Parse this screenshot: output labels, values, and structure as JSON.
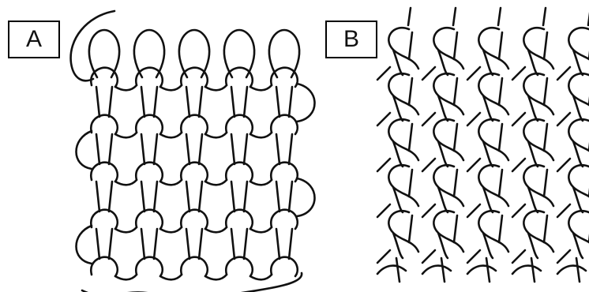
{
  "panels": [
    {
      "id": "A",
      "label": "A",
      "structure": "knit-stitch-loops",
      "courses": 5,
      "wales": 5
    },
    {
      "id": "B",
      "label": "B",
      "structure": "twisted-stitch-loops",
      "courses": 5,
      "wales": 5
    }
  ],
  "colors": {
    "line": "#111111",
    "background": "#ffffff"
  }
}
